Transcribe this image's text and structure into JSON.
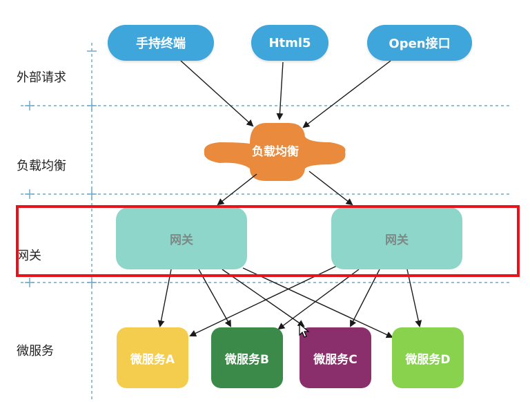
{
  "layers": {
    "external": "外部请求",
    "load_balance": "负载均衡",
    "gateway": "网关",
    "microservice": "微服务"
  },
  "external_nodes": {
    "mobile": "手持终端",
    "html5": "Html5",
    "open_api": "Open接口"
  },
  "load_balancer": {
    "label": "负载均衡"
  },
  "gateways": {
    "left": "网关",
    "right": "网关"
  },
  "services": {
    "a": "微服务A",
    "b": "微服务B",
    "c": "微服务C",
    "d": "微服务D"
  },
  "colors": {
    "external_node": "#3fa6dc",
    "load_balancer": "#ea8a3c",
    "gateway": "#8fd6ca",
    "service_a": "#f5cd4e",
    "service_b": "#3c8a49",
    "service_c": "#8a2f6c",
    "service_d": "#88d24e",
    "highlight": "#e8121b",
    "divider": "#6fa9c9"
  }
}
